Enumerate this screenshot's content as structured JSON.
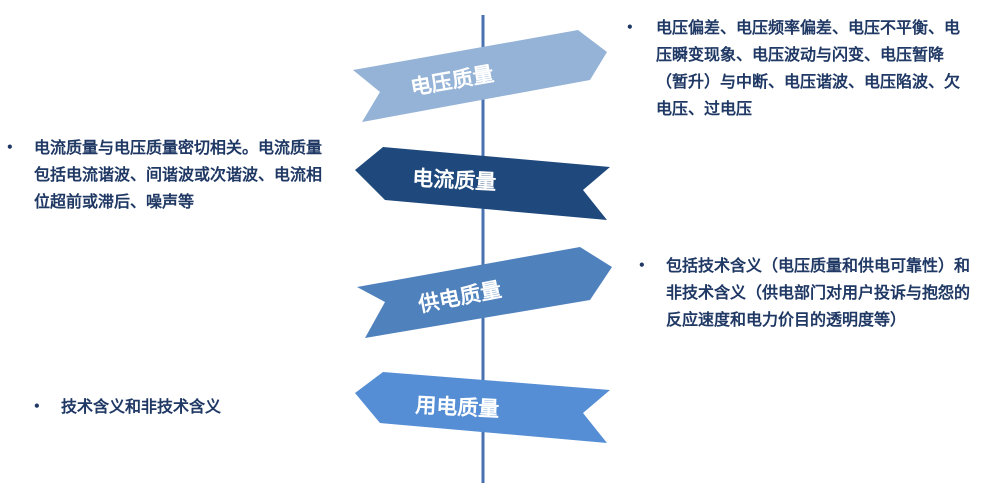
{
  "signs": [
    {
      "label": "电压质量",
      "color": "#95b3d7"
    },
    {
      "label": "电流质量",
      "color": "#1f497d"
    },
    {
      "label": "供电质量",
      "color": "#4f81bd"
    },
    {
      "label": "用电质量",
      "color": "#558ed5"
    }
  ],
  "axis_color": "#4a72b0",
  "notes": {
    "voltage": "电压偏差、电压频率偏差、电压不平衡、电压瞬变现象、电压波动与闪变、电压暂降（暂升）与中断、电压谐波、电压陷波、欠电压、过电压",
    "current": "电流质量与电压质量密切相关。电流质量包括电流谐波、间谐波或次谐波、电流相位超前或滞后、噪声等",
    "supply": "包括技术含义（电压质量和供电可靠性）和非技术含义（供电部门对用户投诉与抱怨的反应速度和电力价目的透明度等）",
    "usage": "技术含义和非技术含义"
  },
  "bullet": "•"
}
